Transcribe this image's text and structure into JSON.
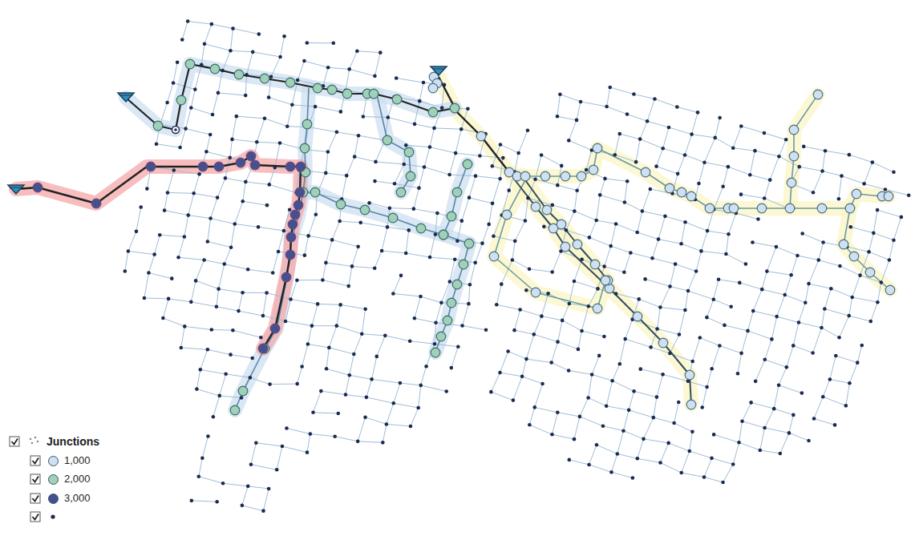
{
  "diagram": {
    "legend": [
      {
        "text": "Junctions"
      },
      {
        "text": "1,000",
        "color": "#cfe1f1"
      },
      {
        "text": "2,000",
        "color": "#9fd0b8"
      },
      {
        "text": "3,000",
        "color": "#45508f"
      }
    ]
  }
}
